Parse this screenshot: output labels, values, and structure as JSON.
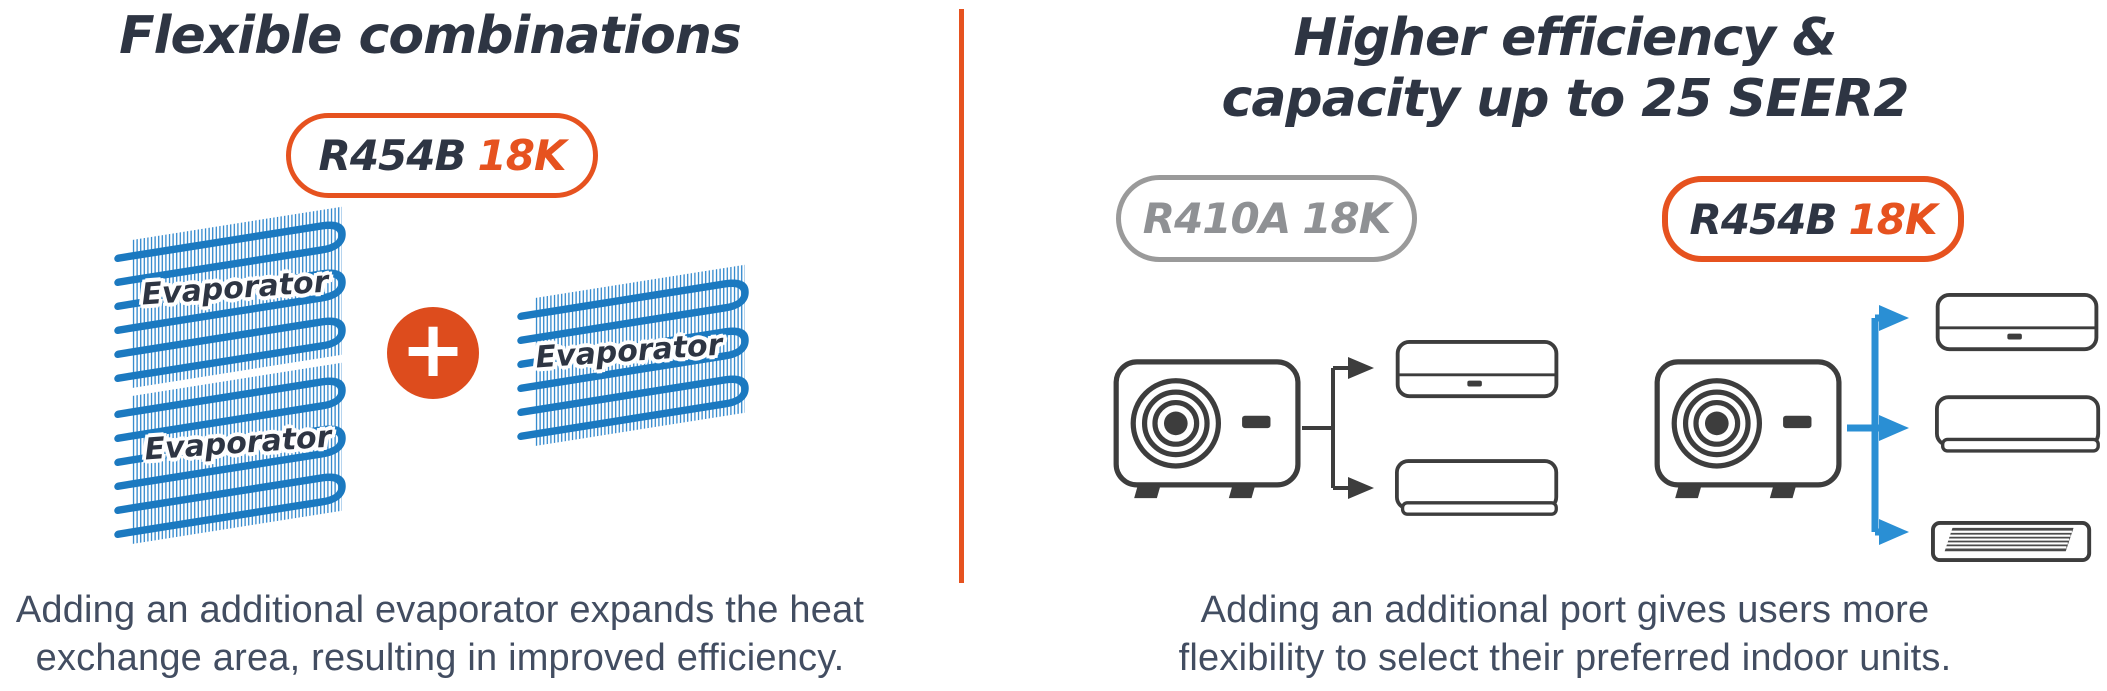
{
  "colors": {
    "accent_orange": "#E6521F",
    "dark_navy": "#2E3543",
    "badge_gray": "#8F9194",
    "arrow_blue": "#2A8FD4",
    "coil_blue": "#2E86CC",
    "icon_stroke": "#3D3D3D",
    "caption_text": "#424D61"
  },
  "left": {
    "title": "Flexible combinations",
    "badge": {
      "refrigerant": "R454B",
      "capacity": "18K"
    },
    "plus": "+",
    "evaporators": [
      "Evaporator",
      "Evaporator",
      "Evaporator"
    ],
    "caption": {
      "line1": "Adding an additional evaporator expands the heat",
      "line2": "exchange area, resulting in improved efficiency."
    }
  },
  "right": {
    "title": {
      "line1": "Higher efficiency &",
      "line2": "capacity up to 25 SEER2"
    },
    "badge_old": {
      "refrigerant": "R410A",
      "capacity": "18K"
    },
    "badge_new": {
      "refrigerant": "R454B",
      "capacity": "18K"
    },
    "caption": {
      "line1": "Adding an additional port gives users more",
      "line2": "flexibility to select their preferred indoor units."
    }
  }
}
